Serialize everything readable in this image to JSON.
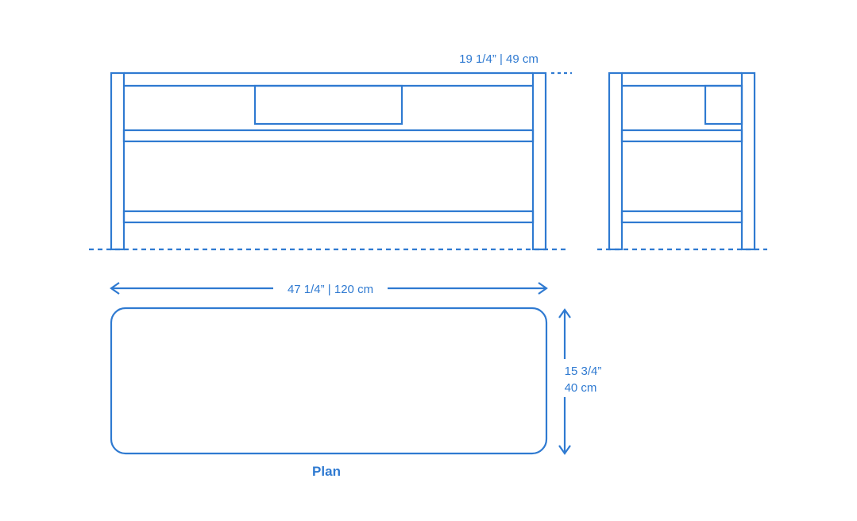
{
  "colors": {
    "line": "#2f7ad1",
    "background": "#ffffff"
  },
  "dimensions": {
    "height": "19 1/4” | 49 cm",
    "width": "47 1/4” | 120 cm",
    "depth_imperial": "15 3/4”",
    "depth_metric": "40 cm"
  },
  "labels": {
    "plan": "Plan"
  }
}
